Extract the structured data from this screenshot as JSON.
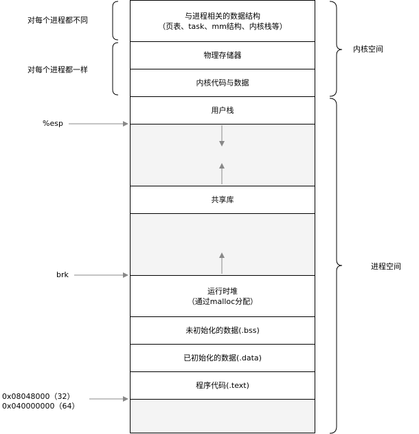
{
  "memory_blocks": {
    "kernel_data_structures": {
      "line1": "与进程相关的数据结构",
      "line2": "（页表、task、mm结构、内核栈等）"
    },
    "physical_memory": "物理存储器",
    "kernel_code_data": "内核代码与数据",
    "user_stack": "用户栈",
    "shared_libraries": "共享库",
    "runtime_heap": {
      "line1": "运行时堆",
      "line2": "（通过malloc分配）"
    },
    "bss": "未初始化的数据(.bss)",
    "data": "已初始化的数据(.data)",
    "text": "程序代码(.text)"
  },
  "left_labels": {
    "per_process_different": "对每个进程都不同",
    "per_process_same": "对每个进程都一样",
    "esp": "%esp",
    "brk": "brk",
    "start_addr_32": "0x08048000（32）",
    "start_addr_64": "0x040000000（64）"
  },
  "right_labels": {
    "kernel_space": "内核空间",
    "process_space": "进程空间"
  },
  "colors": {
    "border": "#000000",
    "gap_fill": "#f4f4f4",
    "arrow": "#888888"
  }
}
